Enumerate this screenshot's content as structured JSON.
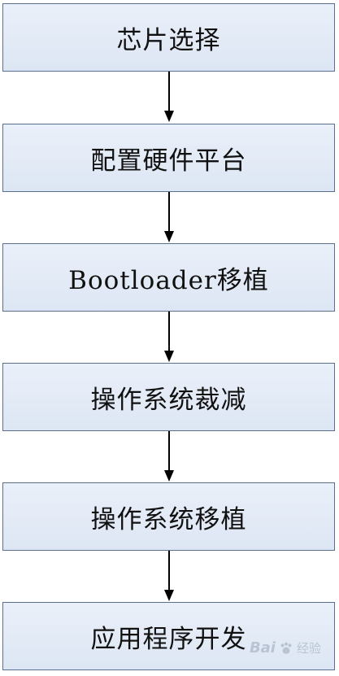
{
  "flowchart": {
    "steps": [
      {
        "label": "芯片选择"
      },
      {
        "label": "配置硬件平台"
      },
      {
        "label": "Bootloader移植"
      },
      {
        "label": "操作系统裁减"
      },
      {
        "label": "操作系统移植"
      },
      {
        "label": "应用程序开发"
      }
    ]
  },
  "watermark": {
    "text": "经验"
  },
  "colors": {
    "box_fill": "#e3eaf6",
    "box_border": "#5a6f8c",
    "arrow": "#000000"
  }
}
